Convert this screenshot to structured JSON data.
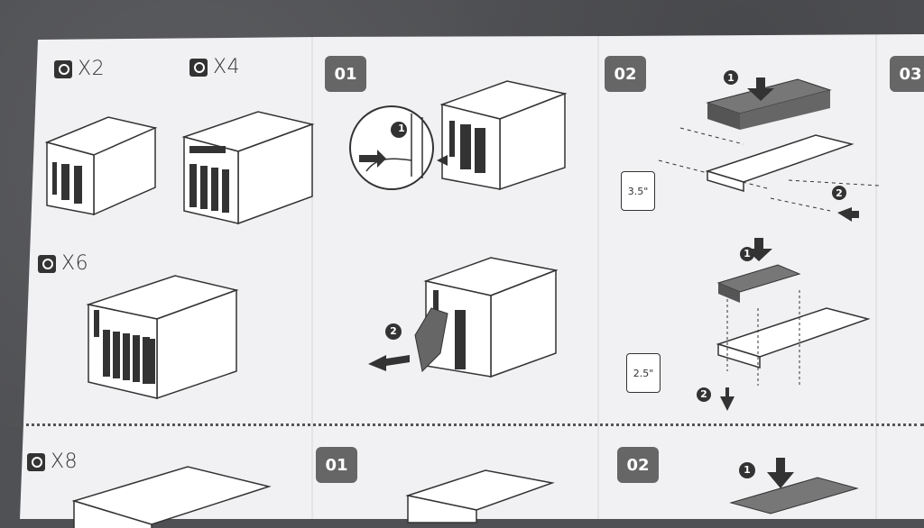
{
  "quantities": {
    "x2": "X2",
    "x4": "X4",
    "x6": "X6",
    "x8": "X8"
  },
  "steps": {
    "top_01": "01",
    "top_02": "02",
    "top_03": "03",
    "bottom_01": "01",
    "bottom_02": "02"
  },
  "callouts": {
    "one": "1",
    "two": "2"
  },
  "drive_sizes": {
    "large": "3.5\"",
    "small": "2.5\""
  },
  "colors": {
    "carpet": "#505154",
    "paper": "#f1f1f3",
    "badge": "#666666",
    "ink": "#333333"
  }
}
